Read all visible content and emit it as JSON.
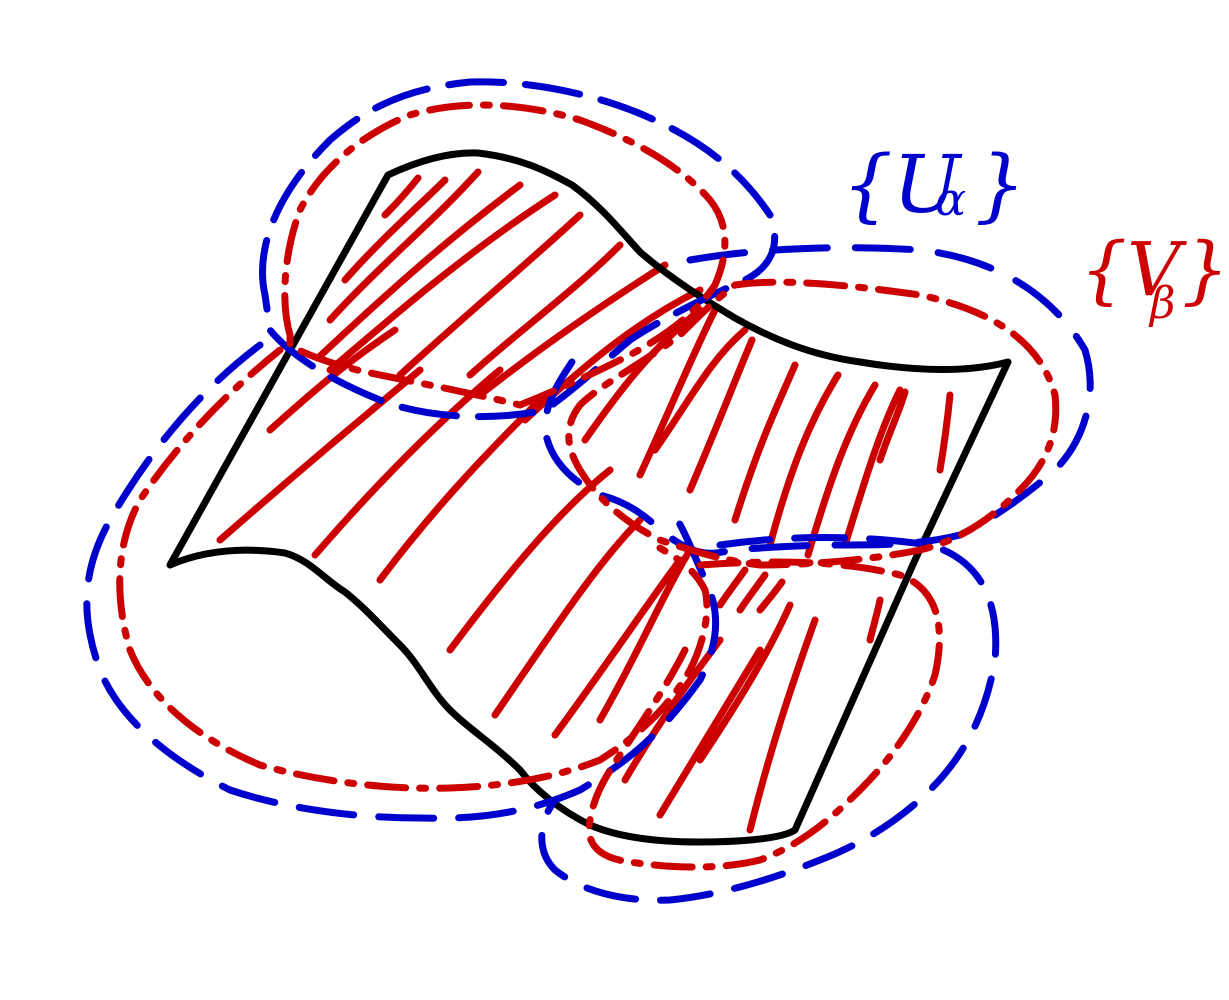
{
  "diagram": {
    "labels": {
      "u_cover": "{U",
      "u_index": "α",
      "u_close": "}",
      "v_cover": "{V",
      "v_index": "β",
      "v_close": "}"
    },
    "colors": {
      "surface": "#000000",
      "u_cover": "#0000cc",
      "v_cover": "#cc0000",
      "hatch": "#cc0000",
      "background": "#ffffff"
    },
    "hatch_rows": 3,
    "covering_sets": {
      "U_count": 4,
      "V_count": 4
    }
  }
}
